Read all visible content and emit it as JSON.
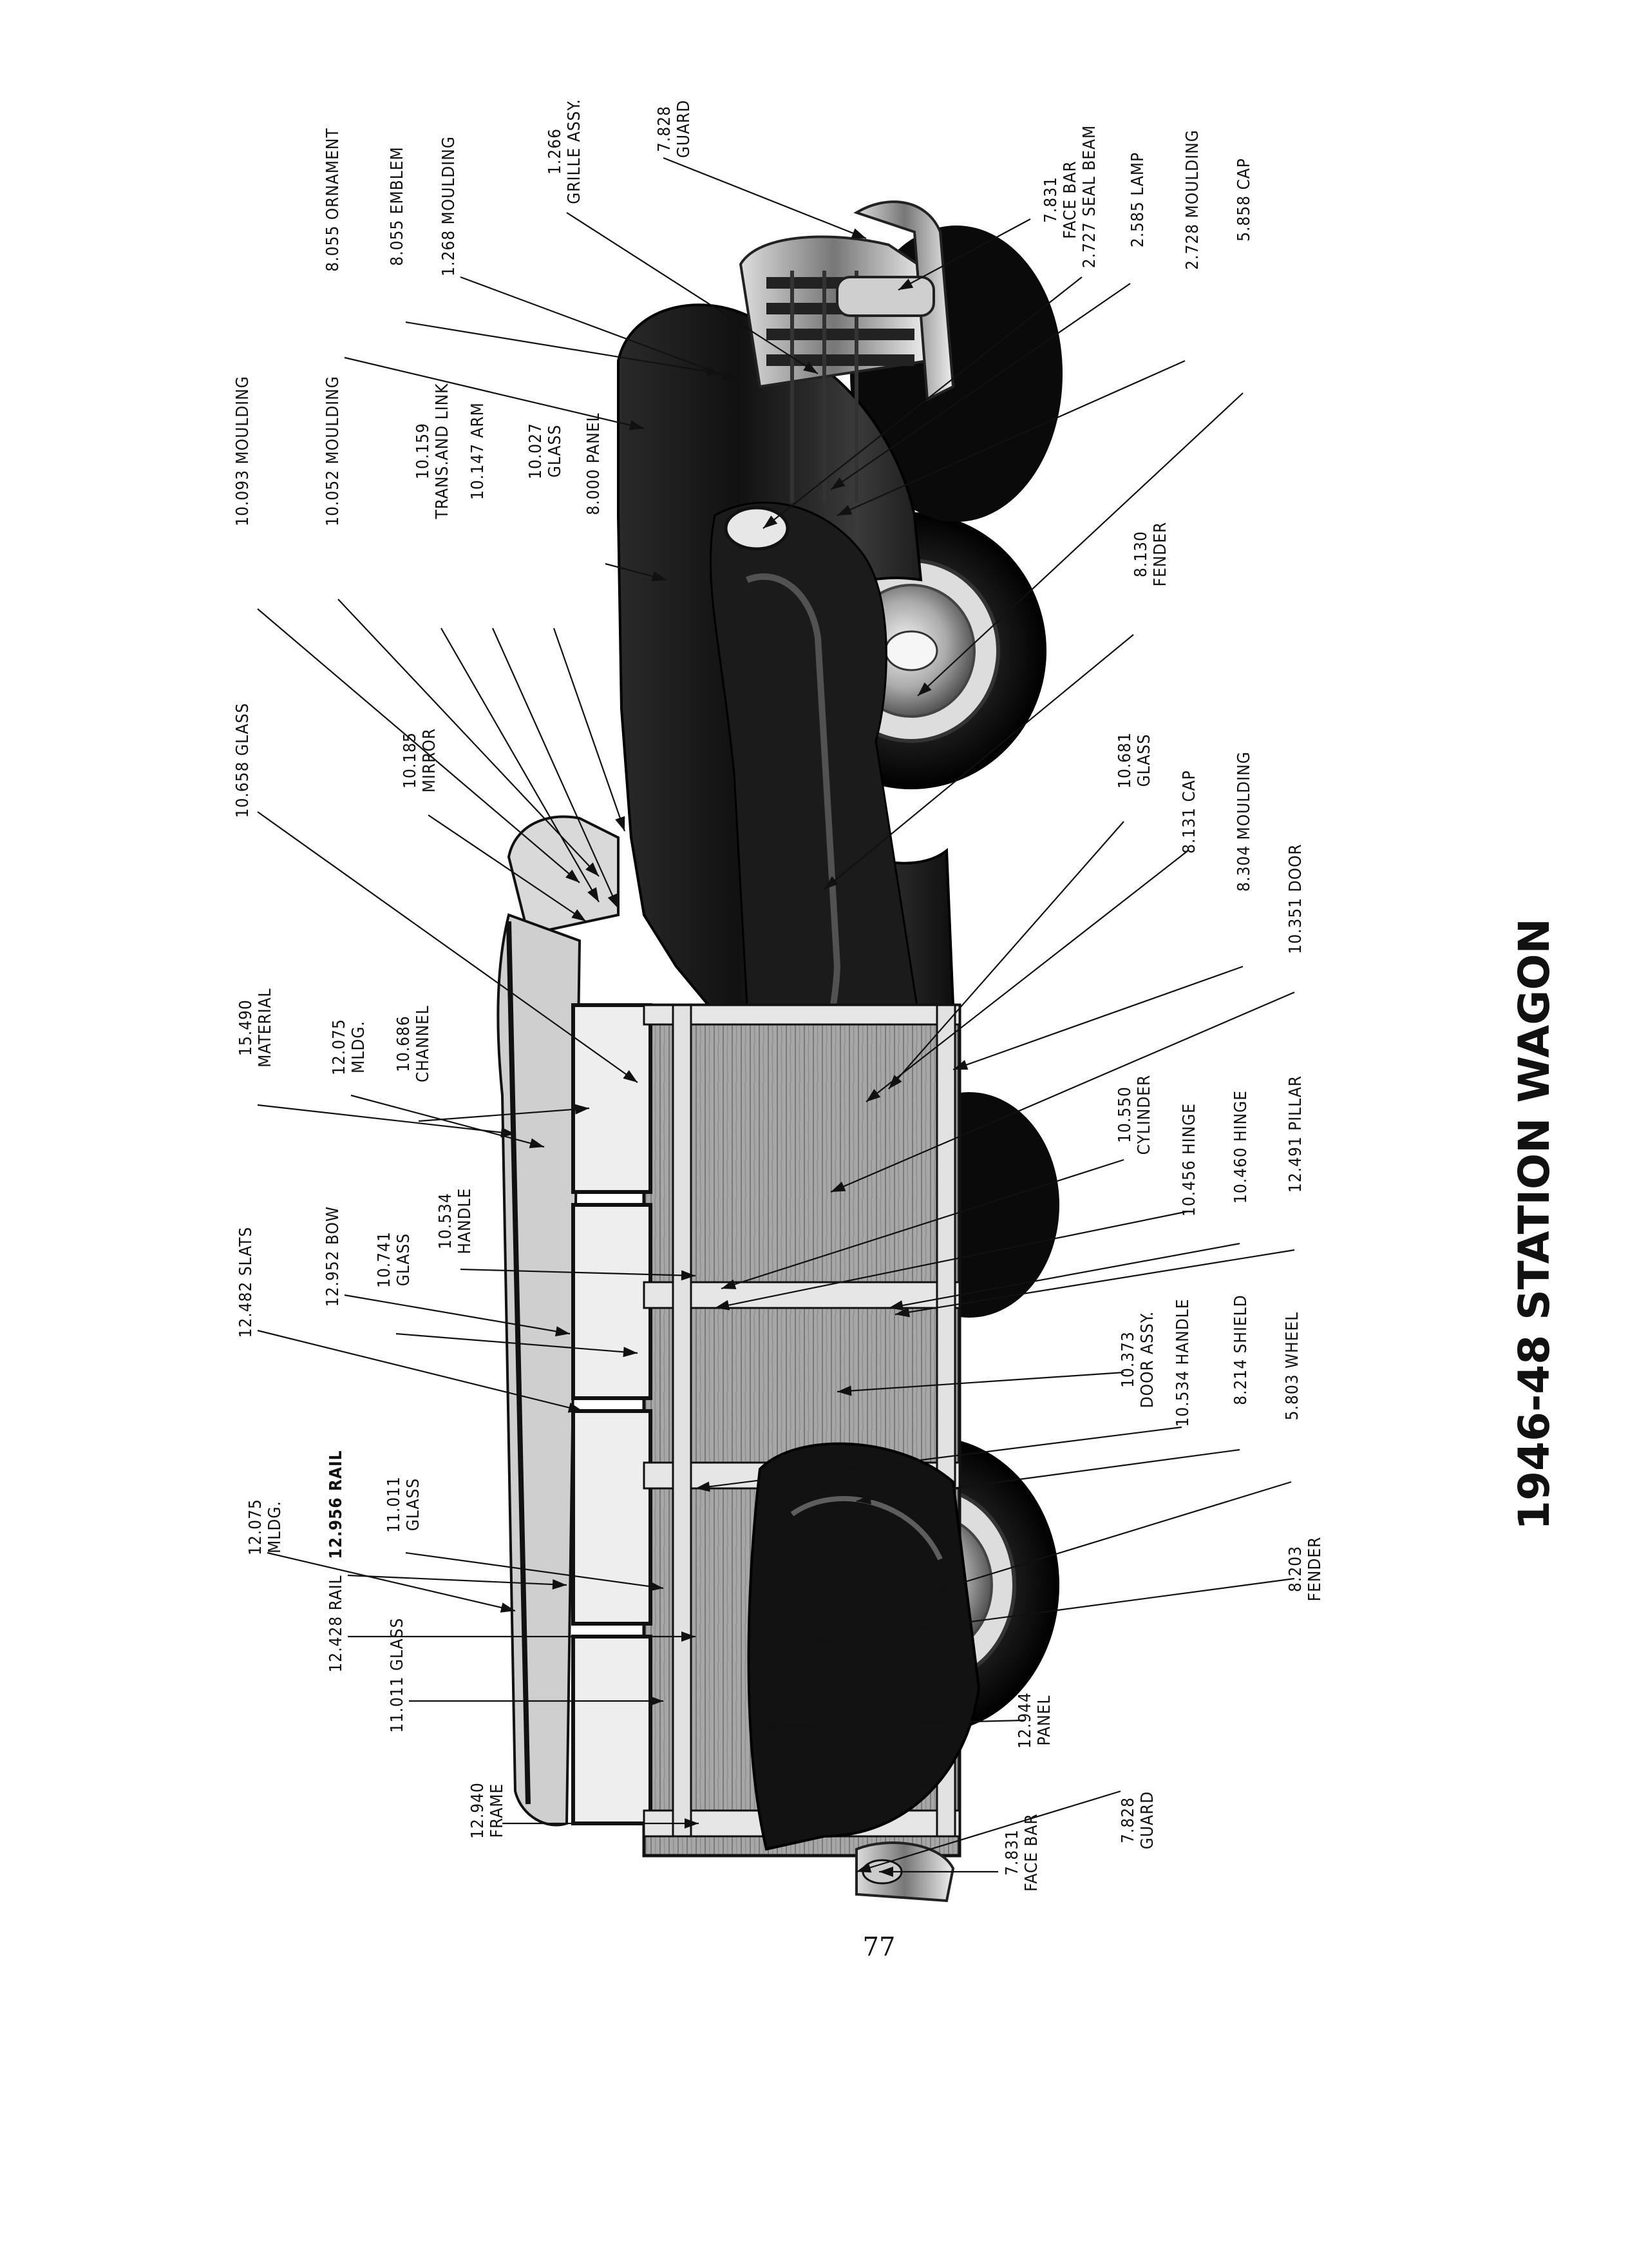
{
  "title": "1946-48 STATION WAGON",
  "page_number": "77",
  "callouts": [
    {
      "id": "c1",
      "lines": [
        "7.828",
        "GUARD"
      ]
    },
    {
      "id": "c2",
      "lines": [
        "1.266",
        "GRILLE ASSY."
      ]
    },
    {
      "id": "c3",
      "lines": [
        "7.831",
        "FACE BAR"
      ]
    },
    {
      "id": "c4",
      "lines": [
        "2.727  SEAL BEAM"
      ]
    },
    {
      "id": "c5",
      "lines": [
        "2.585  LAMP"
      ]
    },
    {
      "id": "c6",
      "lines": [
        "1.268  MOULDING"
      ]
    },
    {
      "id": "c7",
      "lines": [
        "8.055  EMBLEM"
      ]
    },
    {
      "id": "c8",
      "lines": [
        "8.055  ORNAMENT"
      ]
    },
    {
      "id": "c9",
      "lines": [
        "2.728  MOULDING"
      ]
    },
    {
      "id": "c10",
      "lines": [
        "5.858  CAP"
      ]
    },
    {
      "id": "c11",
      "lines": [
        "10.093  MOULDING"
      ]
    },
    {
      "id": "c12",
      "lines": [
        "10.052  MOULDING"
      ]
    },
    {
      "id": "c13",
      "lines": [
        "10.159",
        "TRANS.AND LINK"
      ]
    },
    {
      "id": "c14",
      "lines": [
        "10.147  ARM"
      ]
    },
    {
      "id": "c15",
      "lines": [
        "10.027",
        "GLASS"
      ]
    },
    {
      "id": "c16",
      "lines": [
        "8.000  PANEL"
      ]
    },
    {
      "id": "c17",
      "lines": [
        "8.130",
        "FENDER"
      ]
    },
    {
      "id": "c18",
      "lines": [
        "10.658  GLASS"
      ]
    },
    {
      "id": "c19",
      "lines": [
        "10.185",
        "MIRROR"
      ]
    },
    {
      "id": "c20",
      "lines": [
        "10.681",
        "GLASS"
      ]
    },
    {
      "id": "c21",
      "lines": [
        "8.131  CAP"
      ]
    },
    {
      "id": "c22",
      "lines": [
        "8.304  MOULDING"
      ]
    },
    {
      "id": "c23",
      "lines": [
        "10.351  DOOR"
      ]
    },
    {
      "id": "c24",
      "lines": [
        "15.490",
        "MATERIAL"
      ]
    },
    {
      "id": "c25",
      "lines": [
        "12.075",
        "MLDG."
      ]
    },
    {
      "id": "c26",
      "lines": [
        "10.686",
        "CHANNEL"
      ]
    },
    {
      "id": "c27",
      "lines": [
        "10.550",
        "CYLINDER"
      ]
    },
    {
      "id": "c28",
      "lines": [
        "10.456  HINGE"
      ]
    },
    {
      "id": "c29",
      "lines": [
        "10.460  HINGE"
      ]
    },
    {
      "id": "c30",
      "lines": [
        "12.491  PILLAR"
      ]
    },
    {
      "id": "c31",
      "lines": [
        "12.952  BOW"
      ]
    },
    {
      "id": "c32",
      "lines": [
        "10.741",
        "GLASS"
      ]
    },
    {
      "id": "c33",
      "lines": [
        "10.534",
        "HANDLE"
      ]
    },
    {
      "id": "c34",
      "lines": [
        "12.482  SLATS"
      ]
    },
    {
      "id": "c35",
      "lines": [
        "10.373",
        "DOOR ASSY."
      ]
    },
    {
      "id": "c36",
      "lines": [
        "10.534  HANDLE"
      ]
    },
    {
      "id": "c37",
      "lines": [
        "8.214  SHIELD"
      ]
    },
    {
      "id": "c38",
      "lines": [
        "5.803  WHEEL"
      ]
    },
    {
      "id": "c39",
      "lines": [
        "12.075",
        "MLDG."
      ]
    },
    {
      "id": "c40",
      "lines": [
        "12.956  RAIL"
      ]
    },
    {
      "id": "c41",
      "lines": [
        "11.011",
        "GLASS"
      ]
    },
    {
      "id": "c42",
      "lines": [
        "12.428  RAIL"
      ]
    },
    {
      "id": "c43",
      "lines": [
        "11.011  GLASS"
      ]
    },
    {
      "id": "c44",
      "lines": [
        "8.203",
        "FENDER"
      ]
    },
    {
      "id": "c45",
      "lines": [
        "12.944",
        "PANEL"
      ]
    },
    {
      "id": "c46",
      "lines": [
        "12.940",
        "FRAME"
      ]
    },
    {
      "id": "c47",
      "lines": [
        "7.828",
        "GUARD"
      ]
    },
    {
      "id": "c48",
      "lines": [
        "7.831",
        "FACE BAR"
      ]
    }
  ]
}
